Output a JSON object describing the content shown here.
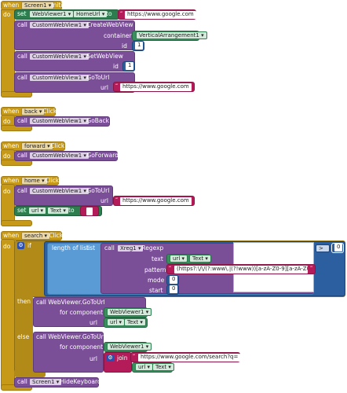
{
  "kw": {
    "when": "when",
    "do": "do",
    "set": "set",
    "to": "to",
    "call": "call",
    "if": "if",
    "then": "then",
    "else": "else"
  },
  "screen_init": {
    "component": "Screen1",
    "event": ".Initialize",
    "set_component": "WebViewer1",
    "set_property": "HomeUrl",
    "set_value": "https://www.google.com",
    "create_component": "CustomWebView1",
    "create_method": ".CreateWebView",
    "container_label": "container",
    "container_value": "VerticalArrangement1",
    "id_label": "id",
    "id_value": "1",
    "setwv_component": "CustomWebView1",
    "setwv_method": ".SetWebView",
    "setwv_id_label": "id",
    "setwv_id_value": "1",
    "goto_component": "CustomWebView1",
    "goto_method": ".GoToUrl",
    "url_label": "url",
    "url_value": "https://www.google.com"
  },
  "back": {
    "component": "back",
    "event": ".Click",
    "target": "CustomWebView1",
    "method": ".GoBack"
  },
  "forward": {
    "component": "forward",
    "event": ".Click",
    "target": "CustomWebView1",
    "method": ".GoForward"
  },
  "home": {
    "component": "home",
    "event": ".Click",
    "target": "CustomWebView1",
    "method": ".GoToUrl",
    "url_label": "url",
    "url_value": "https://www.google.com",
    "set_component": "url",
    "set_property": "Text",
    "set_value": ""
  },
  "search": {
    "component": "search",
    "event": ".Click",
    "length_label": "length of list",
    "list_label": "list",
    "regexp_component": "Xreg1",
    "regexp_method": ".Regexp",
    "text_label": "text",
    "text_component": "url",
    "text_property": "Text",
    "pattern_label": "pattern",
    "pattern_value": "(https?:\\/\\/(?:www\\.|(?!www))[a-zA-Z0-9][a-zA-Z0...",
    "mode_label": "mode",
    "mode_value": "0",
    "start_label": "start",
    "start_value": "0",
    "compare_op": ">",
    "compare_value": "0",
    "then_call": "call WebViewer.GoToUrl",
    "for_component_label": "for component",
    "then_component": "WebViewer1",
    "then_url_label": "url",
    "then_url_component": "url",
    "then_url_property": "Text",
    "else_call": "call WebViewer.GoToUrl",
    "else_component": "WebViewer1",
    "else_url_label": "url",
    "join_label": "join",
    "join_value": "https://www.google.com/search?q=",
    "join_url_component": "url",
    "join_url_property": "Text",
    "hide_component": "Screen1",
    "hide_method": ".HideKeyboard"
  }
}
